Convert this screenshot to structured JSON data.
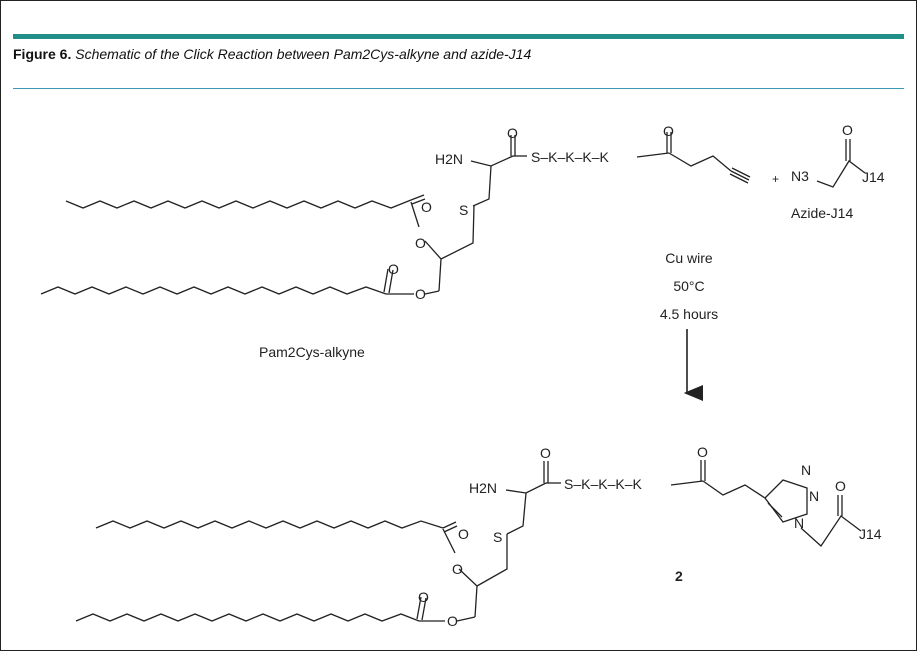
{
  "caption": {
    "label": "Figure 6.",
    "text": "Schematic of the Click Reaction between Pam2Cys-alkyne and azide-J14"
  },
  "reactant1": {
    "name": "Pam2Cys-alkyne",
    "h2n": "H2N",
    "sulfur": "S",
    "oxygen": "O",
    "chain": "S–K–K–K–K"
  },
  "reactant2": {
    "name": "Azide-J14",
    "n3": "N3",
    "j14": "J14",
    "oxygen": "O"
  },
  "plus": "+",
  "conditions": [
    "Cu wire",
    "50°C",
    "4.5 hours"
  ],
  "product": {
    "label": "2",
    "h2n": "H2N",
    "sulfur": "S",
    "oxygen": "O",
    "chain": "S–K–K–K–K",
    "n": "N",
    "j14": "J14"
  },
  "colors": {
    "accent_bar": "#1f8f88",
    "rule": "#3a98b4"
  }
}
